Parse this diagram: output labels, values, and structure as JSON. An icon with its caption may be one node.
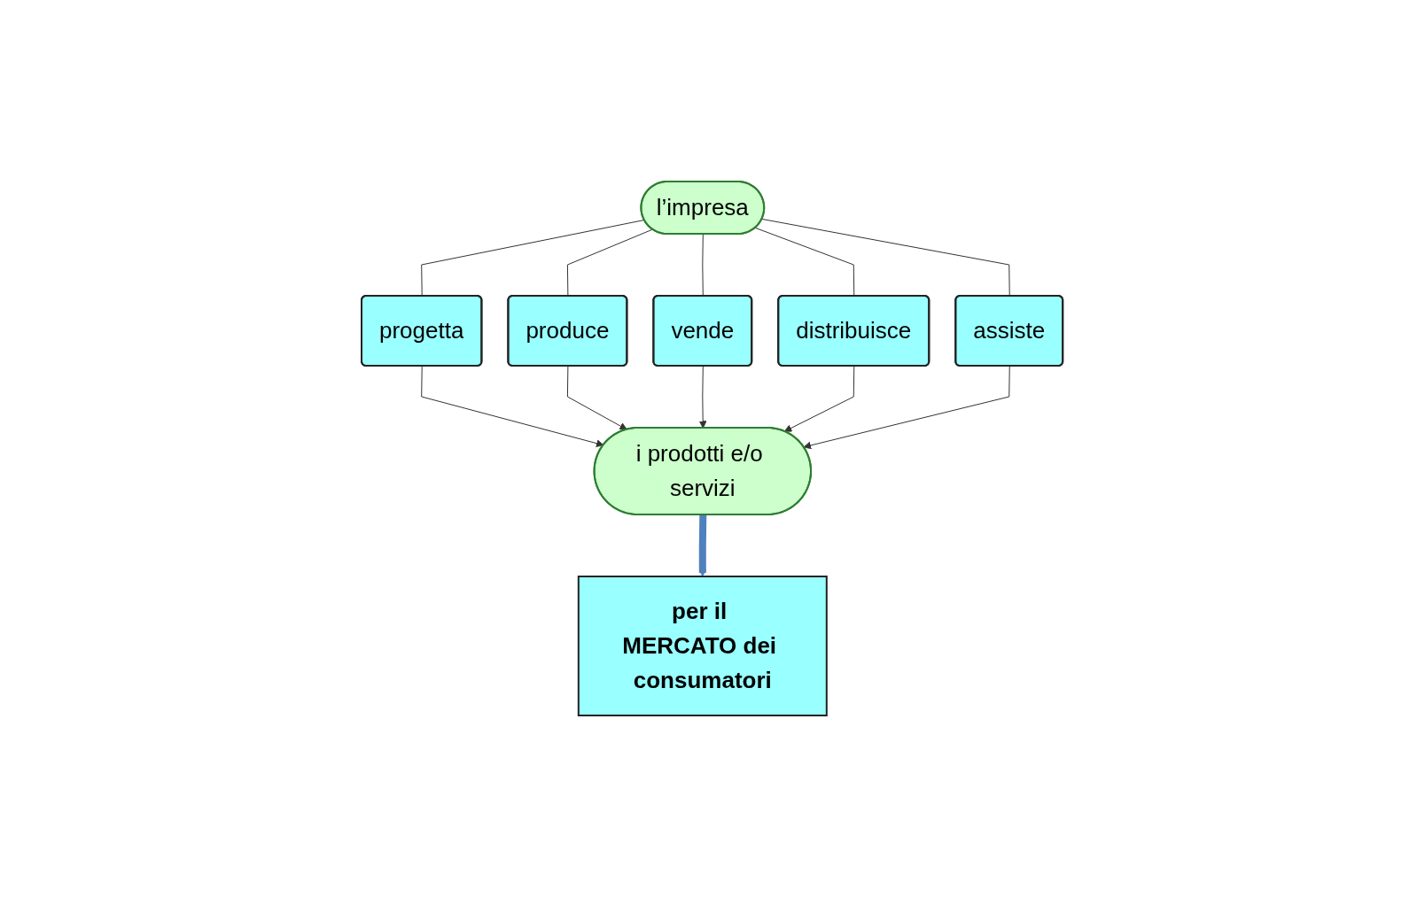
{
  "diagram": {
    "nodes": [
      {
        "text": [
          "l’impresa"
        ]
      },
      {
        "text": [
          "progetta"
        ]
      },
      {
        "text": [
          "produce"
        ]
      },
      {
        "text": [
          "vende"
        ]
      },
      {
        "text": [
          "distribuisce"
        ]
      },
      {
        "text": [
          "assiste"
        ]
      },
      {
        "text": [
          "i prodotti e/o servizi"
        ]
      },
      {
        "text": [
          "per il MERCATO dei consumatori"
        ]
      }
    ],
    "edges": [
      {
        "from": 0,
        "to": 1,
        "arrow": "none"
      },
      {
        "from": 0,
        "to": 2,
        "arrow": "none"
      },
      {
        "from": 0,
        "to": 3,
        "arrow": "none"
      },
      {
        "from": 0,
        "to": 4,
        "arrow": "none"
      },
      {
        "from": 0,
        "to": 5,
        "arrow": "none"
      },
      {
        "from": 1,
        "to": 6,
        "arrow": "to"
      },
      {
        "from": 2,
        "to": 6,
        "arrow": "to"
      },
      {
        "from": 3,
        "to": 6,
        "arrow": "to"
      },
      {
        "from": 4,
        "to": 6,
        "arrow": "to"
      },
      {
        "from": 5,
        "to": 6,
        "arrow": "to"
      },
      {
        "from": 6,
        "to": 7,
        "arrow": "to",
        "style": "thick",
        "color": "#4f81bd"
      }
    ]
  }
}
